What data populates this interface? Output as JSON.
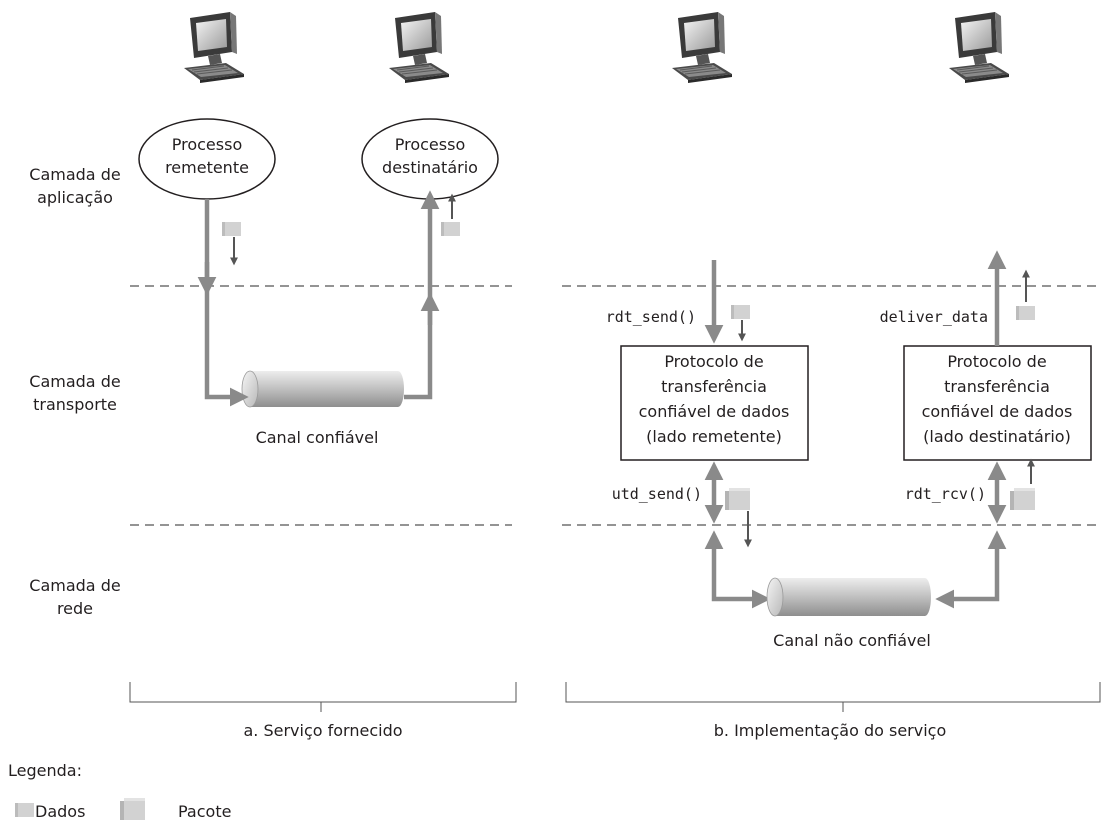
{
  "layers": {
    "application": [
      "Camada de",
      "aplicação"
    ],
    "transport": [
      "Camada de",
      "transporte"
    ],
    "network": [
      "Camada de",
      "rede"
    ]
  },
  "part_a": {
    "sender_process": [
      "Processo",
      "remetente"
    ],
    "receiver_process": [
      "Processo",
      "destinatário"
    ],
    "channel_label": "Canal confiável",
    "caption": "a. Serviço fornecido"
  },
  "part_b": {
    "sender_protocol": [
      "Protocolo de",
      "transferência",
      "confiável de dados",
      "(lado remetente)"
    ],
    "receiver_protocol": [
      "Protocolo de",
      "transferência",
      "confiável de dados",
      "(lado destinatário)"
    ],
    "calls": {
      "rdt_send": "rdt_send()",
      "deliver_data": "deliver_data",
      "udt_send": "utd_send()",
      "rdt_rcv": "rdt_rcv()"
    },
    "channel_label": "Canal não confiável",
    "caption": "b. Implementação do serviço"
  },
  "legend": {
    "title": "Legenda:",
    "data_label": "Dados",
    "packet_label": "Pacote"
  },
  "colors": {
    "arrow": "#8a8a8a",
    "text": "#231f20",
    "dashed_line": "#555555",
    "box_fill": "#d2d2d2"
  },
  "icons": [
    "computer-icon",
    "data-icon",
    "packet-icon",
    "pipe-icon"
  ]
}
